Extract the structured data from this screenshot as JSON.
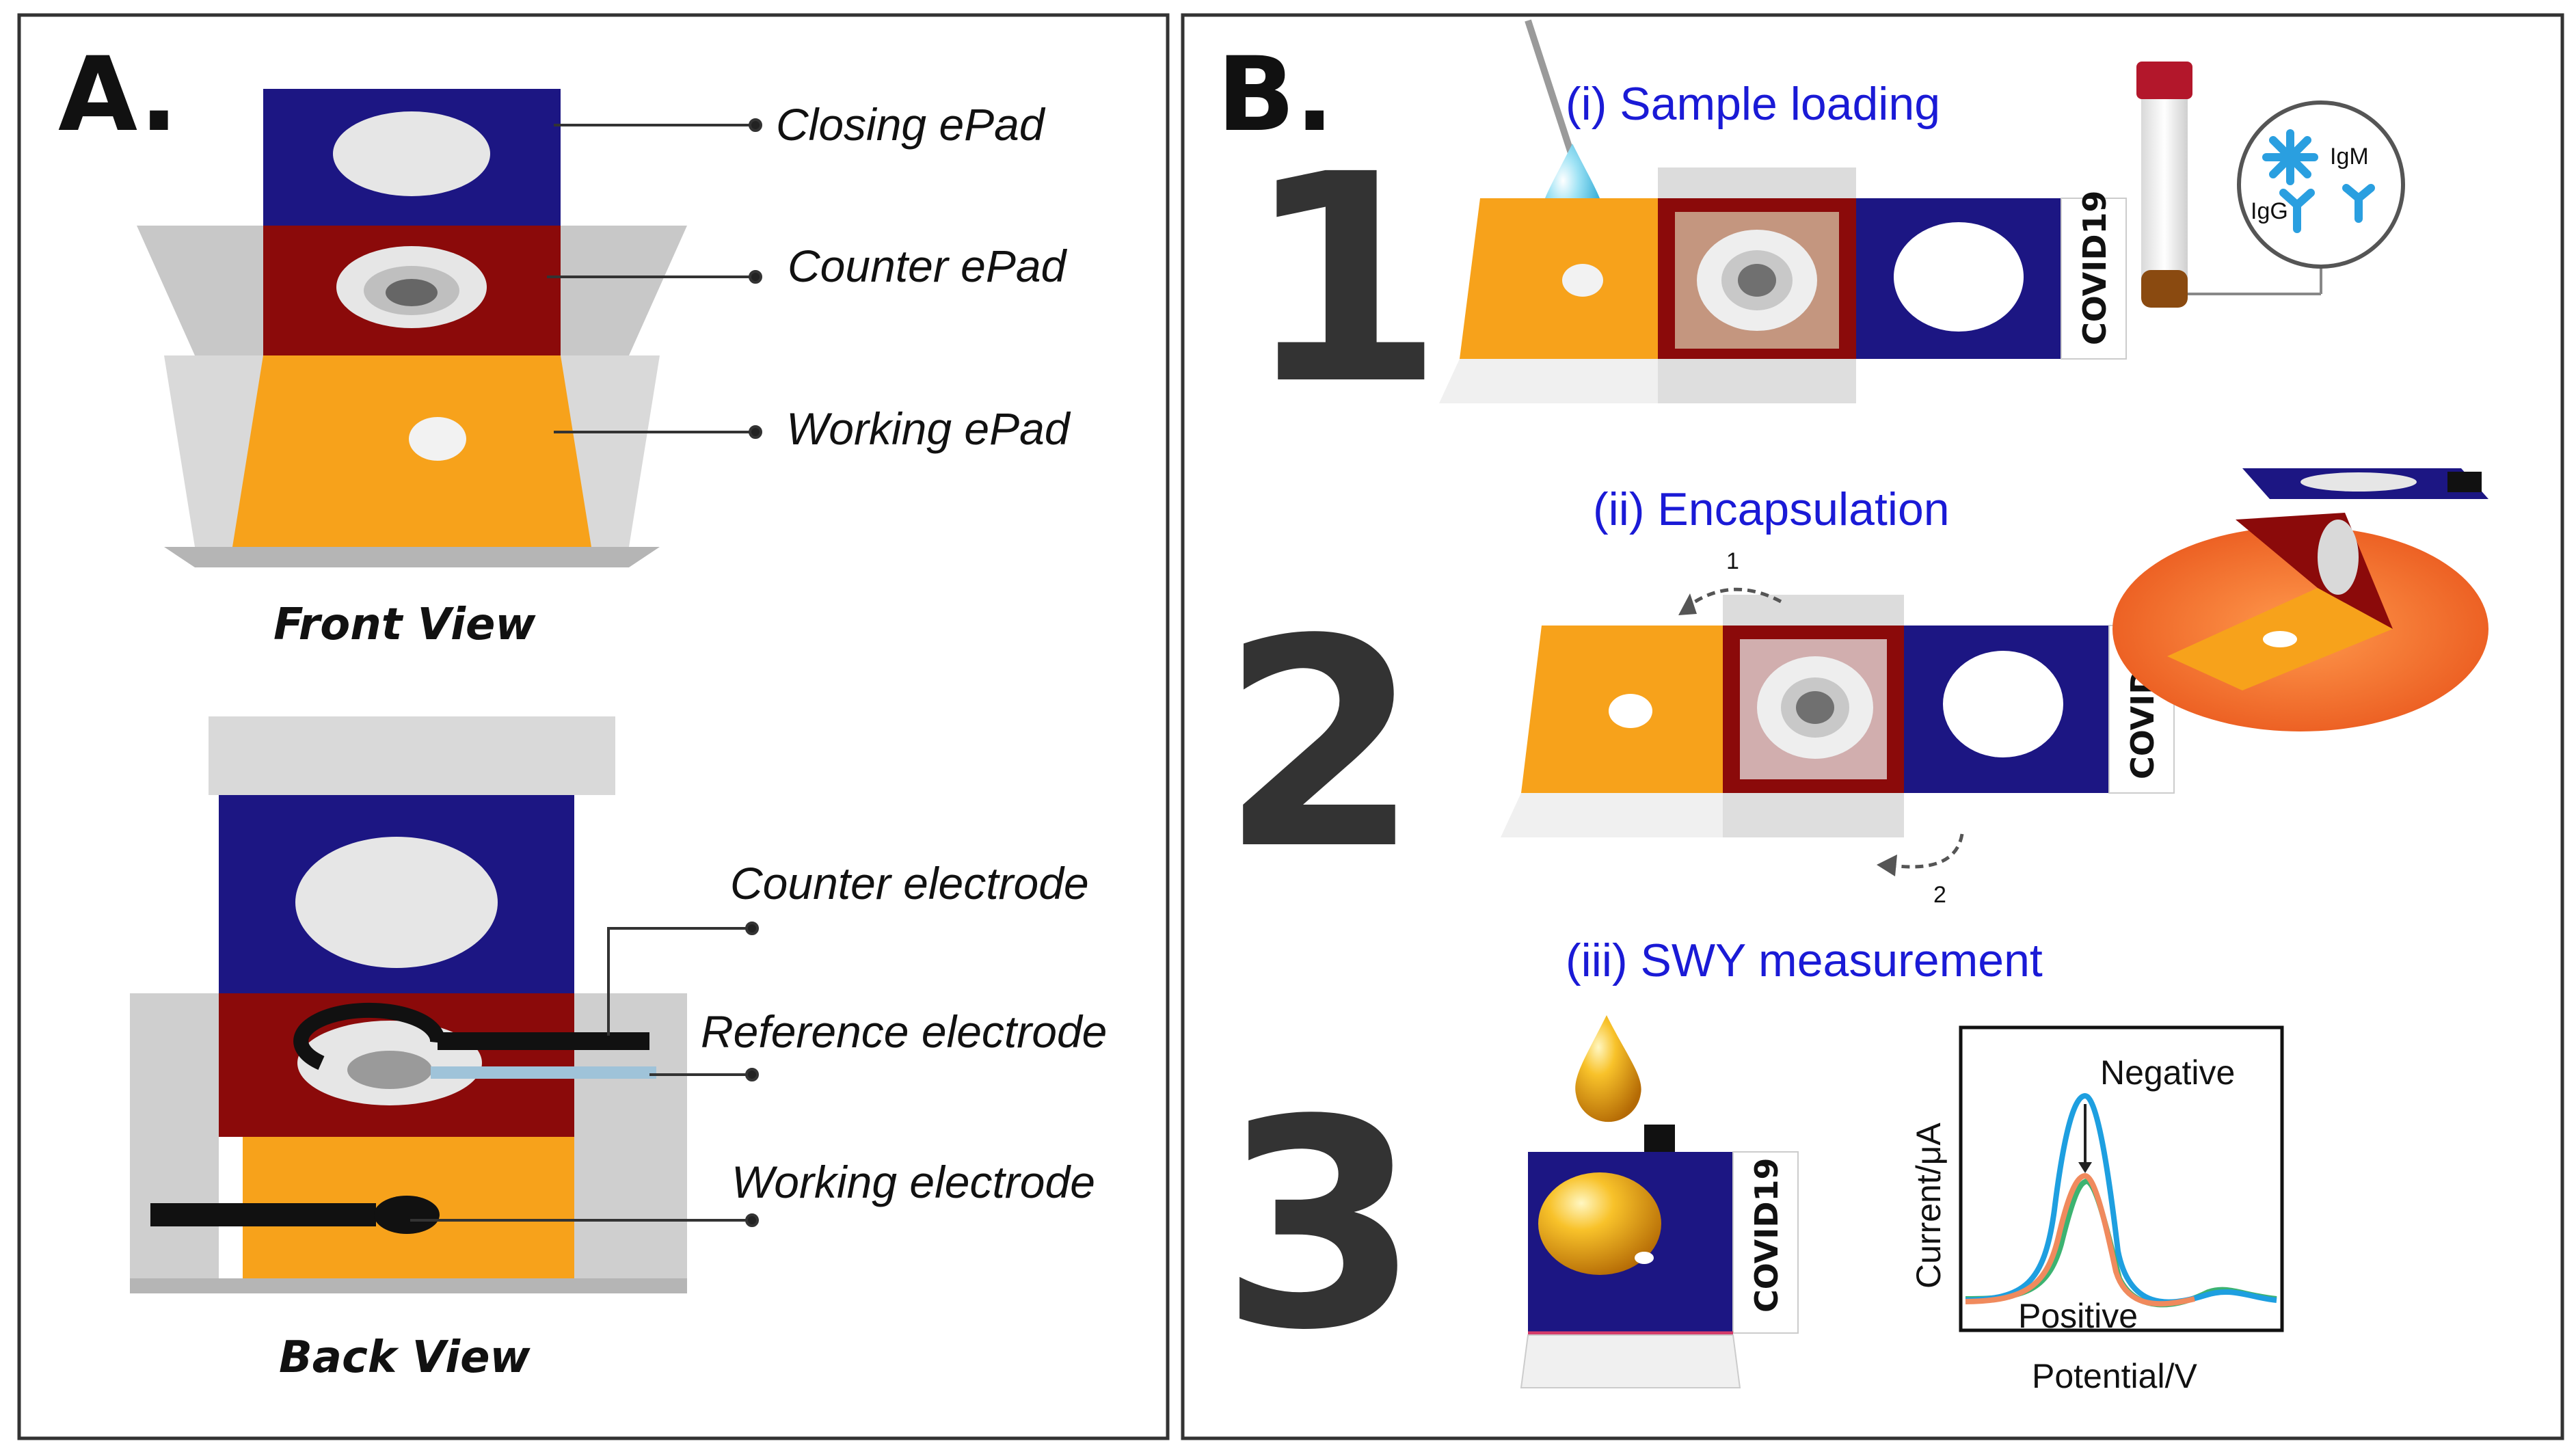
{
  "colors": {
    "navy": "#1c1683",
    "maroon": "#8b0a0a",
    "orange": "#f7a21b",
    "gray_fold": "#bdbdbd",
    "label_blue": "#1a1ad6",
    "curve_blue": "#1e9fe0",
    "curve_orange": "#f08a5d",
    "curve_green": "#3cb371"
  },
  "panel_a": {
    "letter": "A.",
    "front_labels": {
      "closing": "Closing ePad",
      "counter": "Counter ePad",
      "working": "Working ePad"
    },
    "front_caption": "Front View",
    "back_labels": {
      "counter_electrode": "Counter electrode",
      "reference_electrode": "Reference electrode",
      "working_electrode": "Working electrode"
    },
    "back_caption": "Back View"
  },
  "panel_b": {
    "letter": "B.",
    "steps": [
      {
        "number": "1",
        "label": "(i) Sample loading"
      },
      {
        "number": "2",
        "label": "(ii) Encapsulation"
      },
      {
        "number": "3",
        "label": "(iii) SWY measurement"
      }
    ],
    "device_text": "COVID19",
    "fold_arrows": [
      "1",
      "2"
    ],
    "antibody_labels": [
      "IgM",
      "IgG"
    ],
    "plot": {
      "ylabel": "Current/μA",
      "xlabel": "Potential/V",
      "negative_label": "Negative",
      "positive_label": "Positive"
    }
  }
}
